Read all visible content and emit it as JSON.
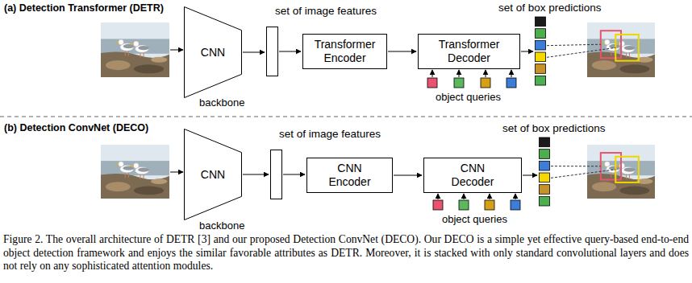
{
  "diagram": {
    "caption": "Figure 2. The overall architecture of DETR [3] and our proposed Detection ConvNet (DECO). Our DECO is a simple yet effective query-based end-to-end object detection framework and enjoys the similar favorable attributes as DETR. Moreover, it is stacked with only standard convolutional layers and does not rely on any sophisticated attention modules.",
    "nodes": [
      {
        "text": [
          "CNN"
        ]
      },
      {
        "text": [
          "set of image features"
        ]
      },
      {
        "text": [
          "Transformer Encoder"
        ]
      },
      {
        "text": [
          "Transformer Decoder"
        ]
      },
      {
        "text": [
          "set of box predictions"
        ]
      },
      {
        "text": [
          "CNN"
        ]
      },
      {
        "text": [
          "set of image features"
        ]
      },
      {
        "text": [
          "CNN Encoder"
        ]
      },
      {
        "text": [
          "CNN Decoder"
        ]
      },
      {
        "text": [
          "set of box predictions"
        ]
      }
    ],
    "edges": [
      {
        "from": 0,
        "to": 1,
        "arrow": "to"
      },
      {
        "from": 1,
        "to": 2,
        "arrow": "to"
      },
      {
        "from": 2,
        "to": 3,
        "arrow": "to"
      },
      {
        "from": 3,
        "to": 4,
        "arrow": "to"
      },
      {
        "from": 5,
        "to": 6,
        "arrow": "to"
      },
      {
        "from": 6,
        "to": 7,
        "arrow": "to"
      },
      {
        "from": 7,
        "to": 8,
        "arrow": "to"
      },
      {
        "from": 8,
        "to": 9,
        "arrow": "to"
      }
    ],
    "labels": [
      "(a) Detection Transformer (DETR)",
      "backbone",
      "object queries",
      "(b) Detection ConvNet (DECO)",
      "backbone",
      "object queries"
    ]
  }
}
